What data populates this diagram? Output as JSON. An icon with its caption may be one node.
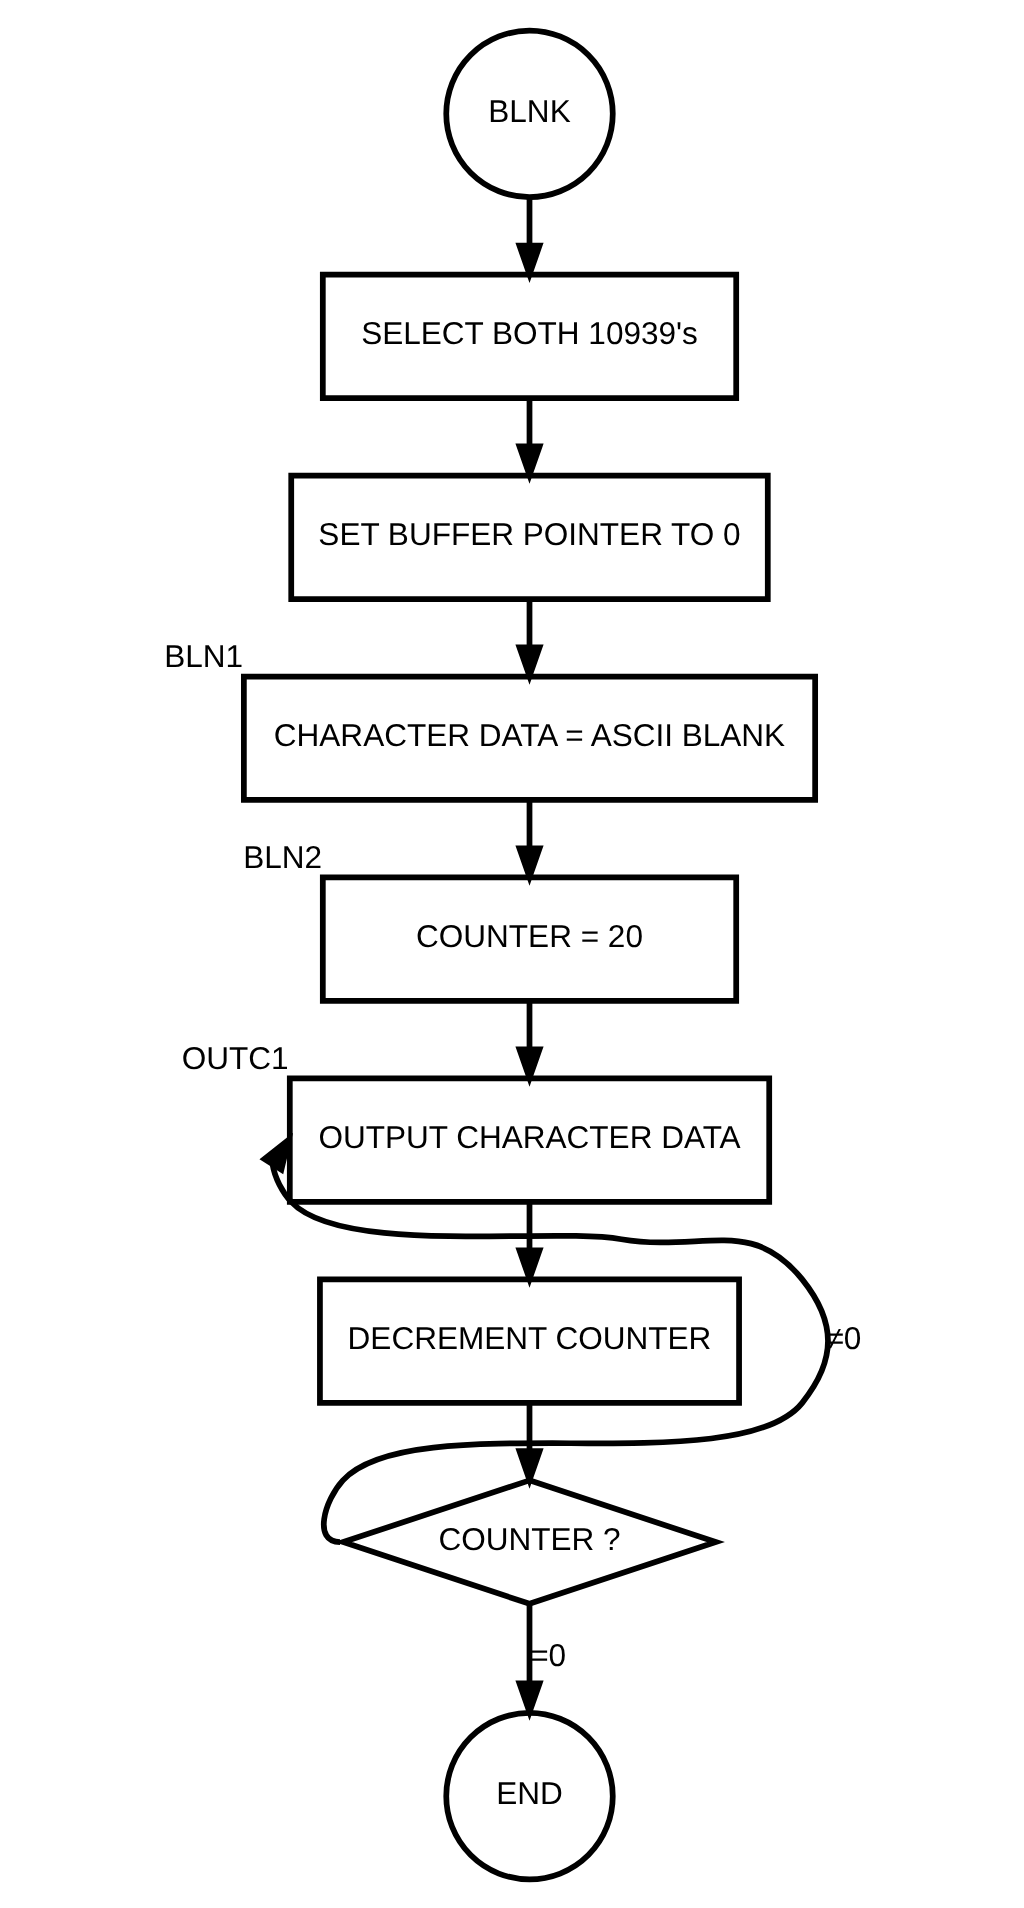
{
  "diagram": {
    "nodes": [
      {
        "text": [
          "BLNK"
        ]
      },
      {
        "text": [
          "SELECT BOTH 10939's"
        ]
      },
      {
        "text": [
          "SET BUFFER POINTER TO 0"
        ]
      },
      {
        "text": [
          "CHARACTER DATA = ASCII BLANK"
        ],
        "beside": [
          "BLN1"
        ]
      },
      {
        "text": [
          "COUNTER = 20"
        ],
        "beside": [
          "BLN2"
        ]
      },
      {
        "text": [
          "OUTPUT CHARACTER DATA"
        ],
        "beside": [
          "OUTC1"
        ]
      },
      {
        "text": [
          "DECREMENT COUNTER"
        ]
      },
      {
        "text": [
          "COUNTER ?"
        ]
      },
      {
        "text": [
          "END"
        ]
      }
    ],
    "edges": [
      {
        "from": 0,
        "to": 1,
        "arrow": "to"
      },
      {
        "from": 1,
        "to": 2,
        "arrow": "to"
      },
      {
        "from": 2,
        "to": 3,
        "arrow": "to"
      },
      {
        "from": 3,
        "to": 4,
        "arrow": "to"
      },
      {
        "from": 4,
        "to": 5,
        "arrow": "to"
      },
      {
        "from": 5,
        "to": 6,
        "arrow": "to"
      },
      {
        "from": 6,
        "to": 7,
        "arrow": "to"
      },
      {
        "from": 7,
        "to": 5,
        "arrow": "to",
        "label": "≠0"
      },
      {
        "from": 7,
        "to": 8,
        "arrow": "to",
        "label": "=0"
      }
    ]
  }
}
